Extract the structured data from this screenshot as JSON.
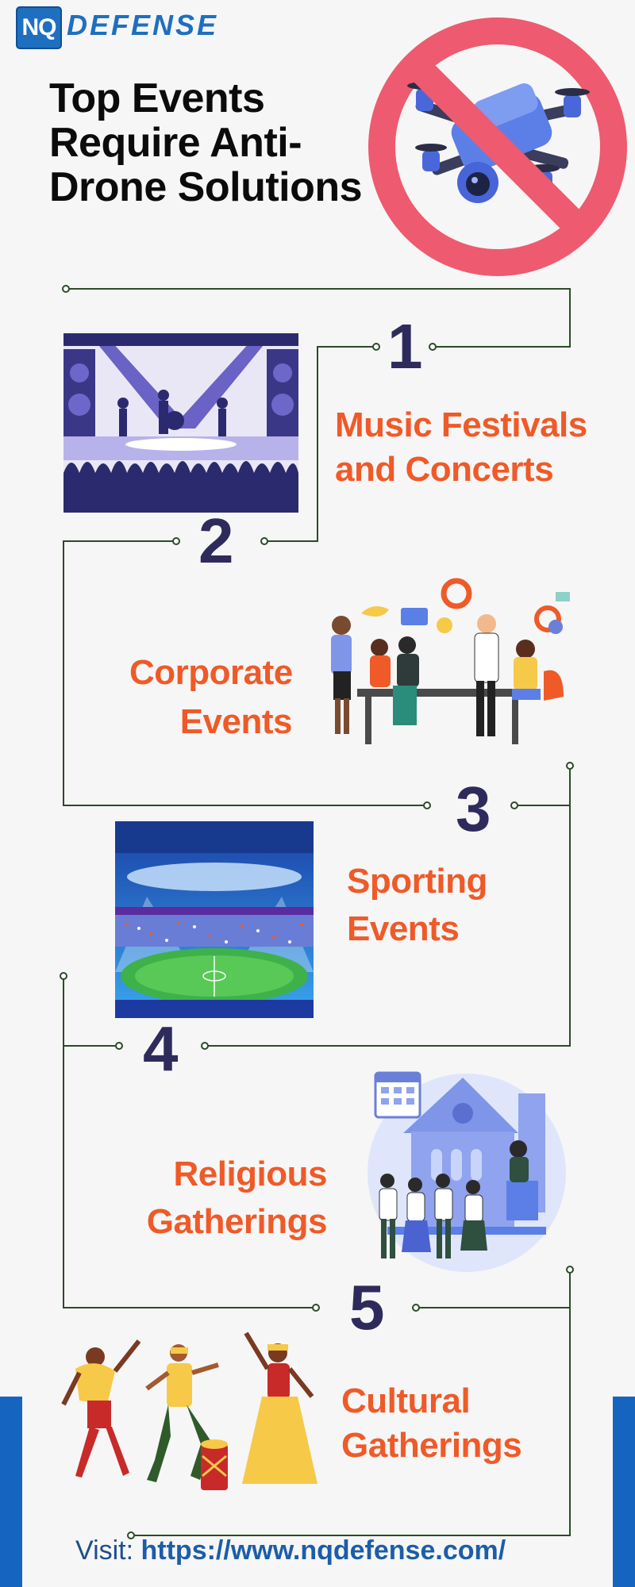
{
  "brand": {
    "logo_mark": "NQ",
    "logo_word": "DEFENSE",
    "colors": {
      "primary_blue": "#1e6fc0",
      "accent_orange": "#ef5a28",
      "number_navy": "#2e2b5c",
      "ban_red": "#ee5a6f"
    }
  },
  "header": {
    "title": "Top Events\nRequire Anti-\nDrone Solutions",
    "hero_icon": "no-drone-icon"
  },
  "events": [
    {
      "number": "1",
      "line1": "Music Festivals",
      "line2": "and Concerts",
      "illustration": "concert-stage-illustration"
    },
    {
      "number": "2",
      "line1": "Corporate",
      "line2": "Events",
      "illustration": "business-meeting-illustration"
    },
    {
      "number": "3",
      "line1": "Sporting",
      "line2": "Events",
      "illustration": "stadium-illustration"
    },
    {
      "number": "4",
      "line1": "Religious",
      "line2": "Gatherings",
      "illustration": "church-gathering-illustration"
    },
    {
      "number": "5",
      "line1": "Cultural",
      "line2": "Gatherings",
      "illustration": "folk-dancers-illustration"
    }
  ],
  "footer": {
    "prefix": "Visit: ",
    "url": "https://www.nqdefense.com/"
  }
}
